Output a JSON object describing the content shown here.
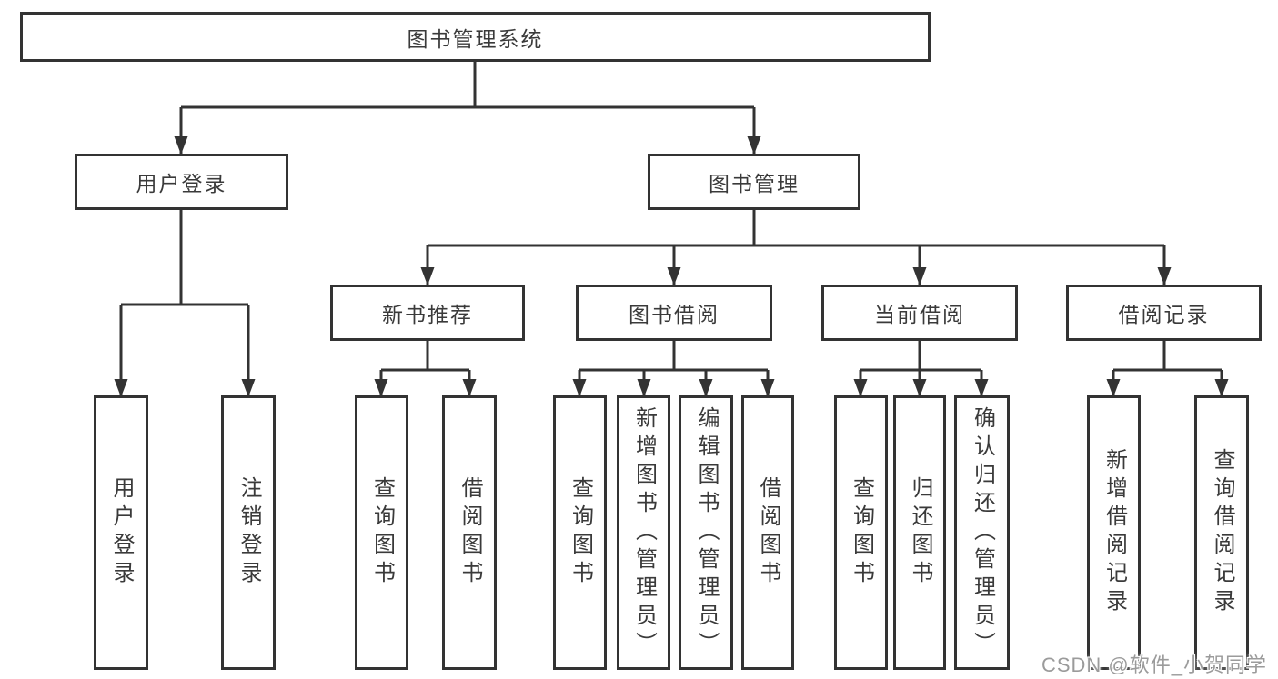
{
  "diagram": {
    "title": "图书管理系统",
    "nodes": {
      "root": "图书管理系统",
      "level2": [
        "用户登录",
        "图书管理"
      ],
      "level3": [
        "新书推荐",
        "图书借阅",
        "当前借阅",
        "借阅记录"
      ],
      "leaves": [
        "用户登录",
        "注销登录",
        "查询图书",
        "借阅图书",
        "查询图书",
        "新增图书（管理员）",
        "编辑图书（管理员）",
        "借阅图书",
        "查询图书",
        "归还图书",
        "确认归还（管理员）",
        "新增借阅记录",
        "查询借阅记录"
      ]
    },
    "colors": {
      "line": "#333333",
      "box_border": "#333333",
      "box_fill": "#ffffff",
      "text": "#3a3a3a",
      "background": "#ffffff",
      "watermark": "#9b9b9b"
    }
  },
  "watermark": "CSDN @软件_小贺同学"
}
